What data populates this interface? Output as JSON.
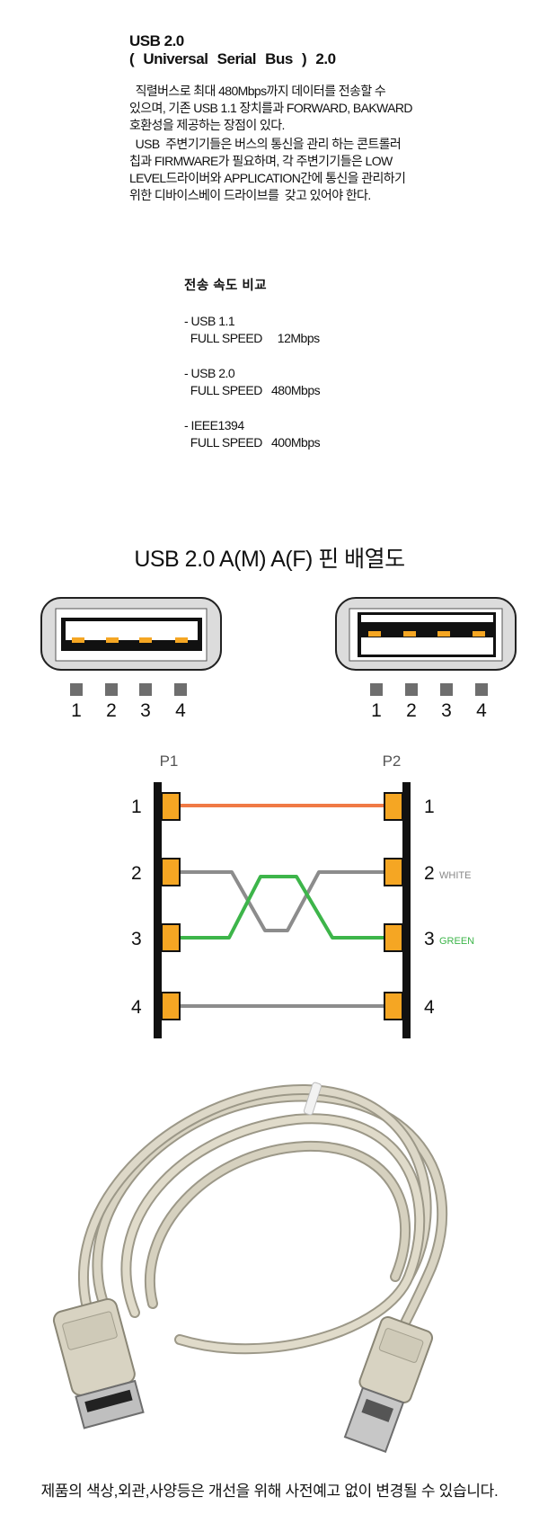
{
  "header": {
    "title_line1": "USB 2.0",
    "title_line2": "( Universal  Serial  Bus ) 2.0"
  },
  "intro": {
    "lines": [
      "  직렬버스로 최대 480Mbps까지 데이터를 전송할 수",
      "있으며, 기존 USB 1.1 장치를과 FORWARD, BAKWARD",
      "호환성을 제공하는 장점이 있다.",
      "  USB  주변기기들은 버스의 통신을 관리 하는 콘트롤러",
      "칩과 FIRMWARE가 필요하며, 각 주변기기들은 LOW",
      "LEVEL드라이버와 APPLICATION간에 통신을 관리하기",
      "위한 디바이스베이 드라이브를  갖고 있어야 한다."
    ]
  },
  "speed_comparison": {
    "heading": "전송 속도 비교",
    "items": [
      {
        "name": "- USB 1.1",
        "detail": "  FULL SPEED     12Mbps"
      },
      {
        "name": "- USB 2.0",
        "detail": "  FULL SPEED   480Mbps"
      },
      {
        "name": "- IEEE1394",
        "detail": "  FULL SPEED   400Mbps"
      }
    ]
  },
  "pinout": {
    "title": "USB 2.0 A(M)   A(F) 핀 배열도",
    "pins": [
      "1",
      "2",
      "3",
      "4"
    ]
  },
  "wiring": {
    "p1": "P1",
    "p2": "P2",
    "pins": [
      "1",
      "2",
      "3",
      "4"
    ],
    "white_label": "WHITE",
    "green_label": "GREEN",
    "colors": {
      "red": "#f07a45",
      "white": "#8c8c8c",
      "green": "#3db54a",
      "black": "#8a8a8a",
      "pad": "#f5a623"
    }
  },
  "footer": {
    "disclaimer": "제품의 색상,외관,사양등은 개선을 위해 사전예고 없이 변경될 수 있습니다."
  }
}
